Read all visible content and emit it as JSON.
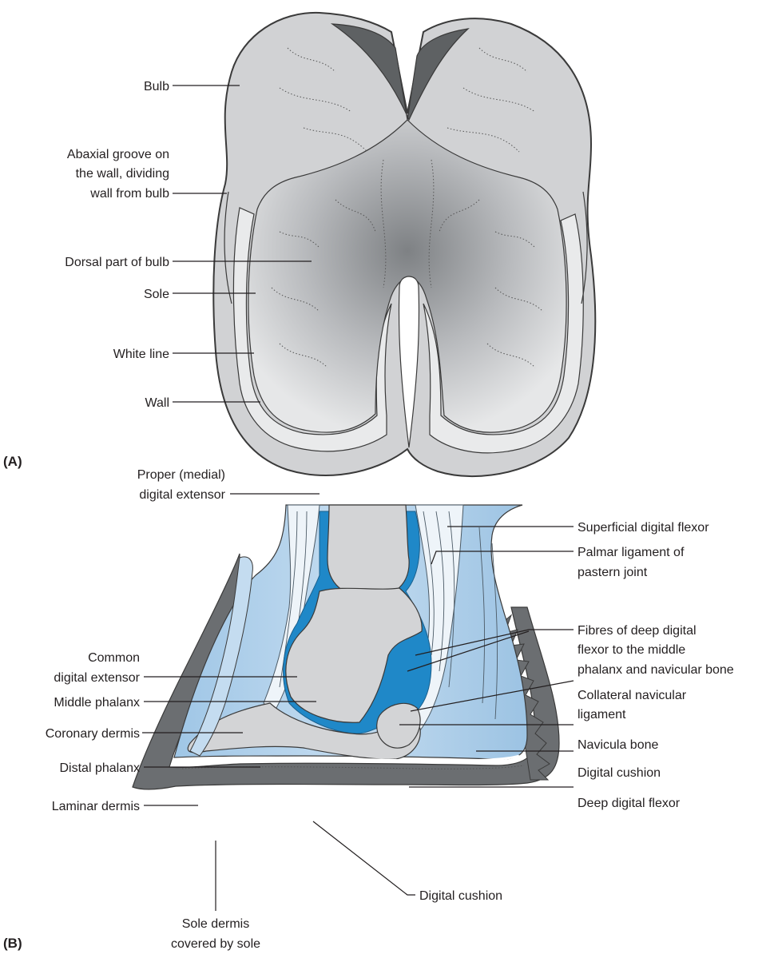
{
  "panel_a": {
    "tag": "(A)",
    "labels": {
      "bulb": "Bulb",
      "abaxial_1": "Abaxial groove on",
      "abaxial_2": "the wall, dividing",
      "abaxial_3": "wall from bulb",
      "dorsal_bulb": "Dorsal part of bulb",
      "sole": "Sole",
      "white_line": "White line",
      "wall": "Wall"
    }
  },
  "panel_b": {
    "tag": "(B)",
    "labels": {
      "proper_ext_1": "Proper (medial)",
      "proper_ext_2": "digital extensor",
      "common_ext_1": "Common",
      "common_ext_2": "digital extensor",
      "middle_phalanx": "Middle phalanx",
      "coronary_dermis": "Coronary dermis",
      "distal_phalanx": "Distal phalanx",
      "laminar_dermis": "Laminar dermis",
      "sole_dermis_1": "Sole dermis",
      "sole_dermis_2": "covered by sole",
      "digital_cushion_bottom": "Digital cushion",
      "superficial_flexor": "Superficial digital flexor",
      "palmar_lig_1": "Palmar ligament of",
      "palmar_lig_2": "pastern joint",
      "fibres_1": "Fibres of deep digital",
      "fibres_2": "flexor to the middle",
      "fibres_3": "phalanx and navicular bone",
      "collateral_1": "Collateral navicular",
      "collateral_2": "ligament",
      "navicula": "Navicula bone",
      "digital_cushion_right": "Digital cushion",
      "deep_flexor": "Deep digital flexor"
    }
  },
  "colors": {
    "horn_dark": "#6b6e71",
    "bone_grey": "#d3d4d6",
    "tissue_blue": "#a9cbe6",
    "tissue_blue_dark": "#1f88c8",
    "tendon_white": "#eef4f9"
  }
}
